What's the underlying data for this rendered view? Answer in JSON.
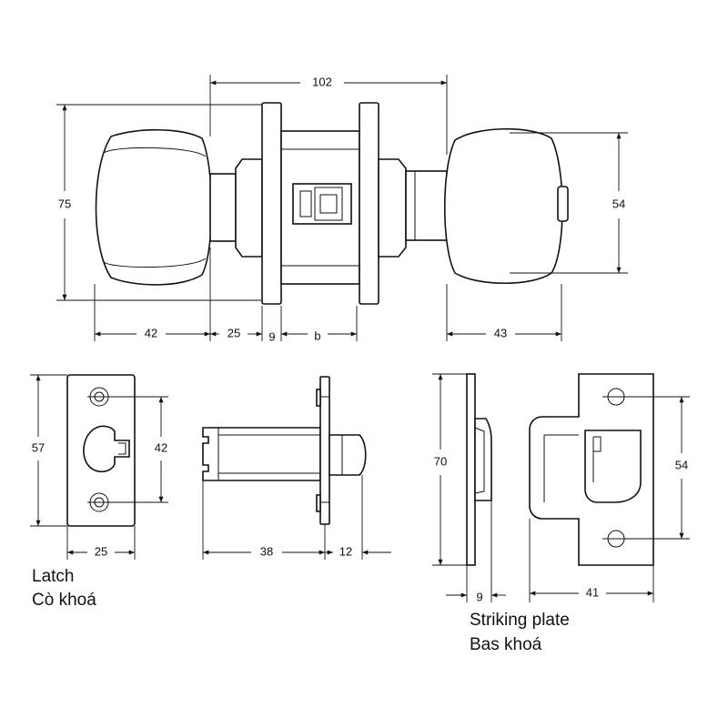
{
  "dimensions": {
    "overall_width": "102",
    "knob_height": "75",
    "knob_diameter": "54",
    "left_knob_depth": "42",
    "left_spindle": "25",
    "rose_thickness": "9",
    "door_thickness": "b",
    "right_knob_depth": "43",
    "latch_face_height": "57",
    "latch_hole_spacing": "42",
    "latch_face_width": "25",
    "latch_backset": "38",
    "latch_bolt_projection": "12",
    "strike_height": "70",
    "strike_lip": "9",
    "strike_hole_spacing": "54",
    "strike_width": "41"
  },
  "captions": {
    "latch_en": "Latch",
    "latch_vi": "Cò khoá",
    "strike_en": "Striking plate",
    "strike_vi": "Bas khoá"
  }
}
